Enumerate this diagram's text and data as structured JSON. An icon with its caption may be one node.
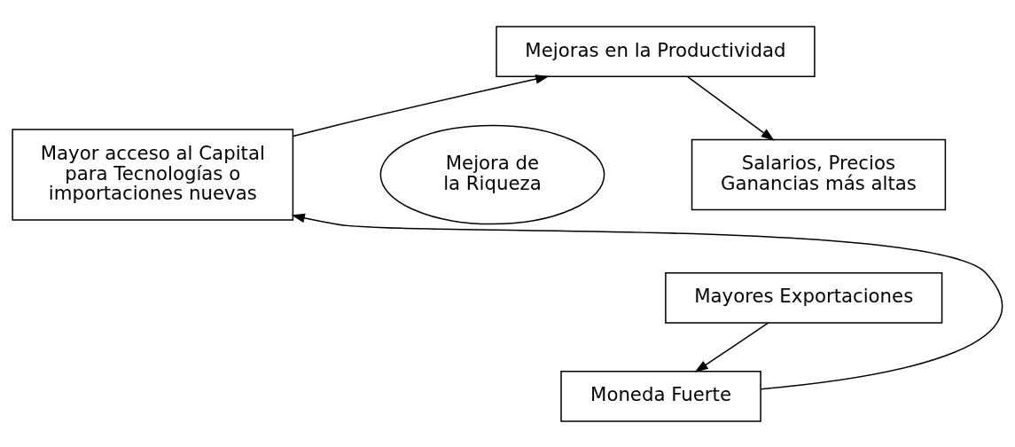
{
  "diagram": {
    "nodes": [
      {
        "text": [
          "Mejoras en la Productividad"
        ]
      },
      {
        "text": [
          "Salarios, Precios Ganancias más altas"
        ]
      },
      {
        "text": [
          "Mayores Exportaciones"
        ]
      },
      {
        "text": [
          "Moneda Fuerte"
        ]
      },
      {
        "text": [
          "Mayor acceso al Capital para Tecnologías o importaciones nuevas"
        ]
      },
      {
        "text": [
          "Mejora de la Riqueza"
        ]
      }
    ],
    "edges": [
      {
        "from": 0,
        "to": 1,
        "arrow": "to"
      },
      {
        "from": 2,
        "to": 3,
        "arrow": "to"
      },
      {
        "from": 3,
        "to": 4,
        "arrow": "to"
      },
      {
        "from": 4,
        "to": 0,
        "arrow": "to"
      }
    ]
  }
}
